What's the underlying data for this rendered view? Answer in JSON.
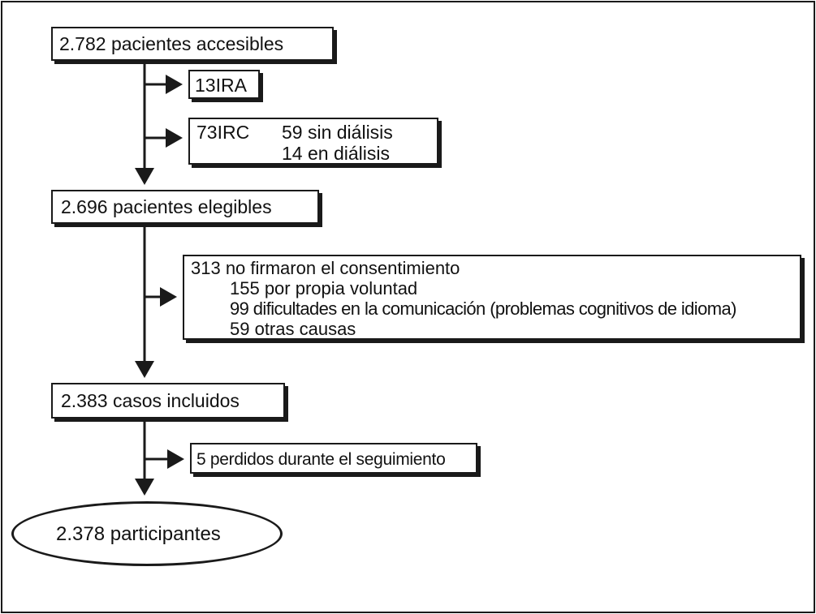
{
  "flowchart": {
    "accessible": "2.782 pacientes accesibles",
    "ira": "13IRA",
    "irc": {
      "label": "73IRC",
      "sin_dialisis": "59 sin diálisis",
      "en_dialisis": "14 en diálisis"
    },
    "eligible": "2.696 pacientes elegibles",
    "no_consent": {
      "header": "313 no firmaron el consentimiento",
      "line1": "155 por propia voluntad",
      "line2": "99 dificultades en la comunicación (problemas cognitivos de idioma)",
      "line3": "59 otras causas"
    },
    "included": "2.383 casos incluidos",
    "lost": "5 perdidos durante el seguimiento",
    "participants": "2.378 participantes"
  }
}
